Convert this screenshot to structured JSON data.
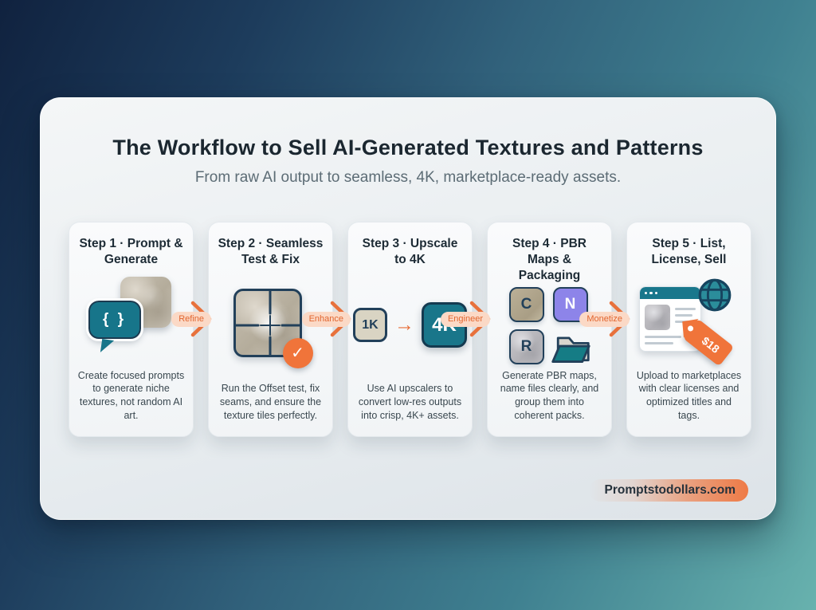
{
  "page": {
    "title": "The Workflow to Sell AI-Generated Textures and Patterns",
    "subtitle": "From raw AI output to seamless, 4K, marketplace-ready assets.",
    "brand": "Promptstodollars.com"
  },
  "colors": {
    "background_dark": "#10223f",
    "background_teal": "#68b2ae",
    "accent_orange": "#f0743a",
    "teal": "#19768a",
    "navy": "#22405a",
    "periwinkle": "#8d84e9"
  },
  "icons": {
    "check": "✓",
    "arrow_right": "→"
  },
  "steps": [
    {
      "title": "Step 1 · Prompt & Generate",
      "description": "Create focused prompts to generate niche textures, not random AI art.",
      "bubble_text": "{ }"
    },
    {
      "title": "Step 2 · Seamless Test & Fix",
      "description": "Run the Offset test, fix seams, and ensure the texture tiles perfectly."
    },
    {
      "title": "Step 3 · Upscale to 4K",
      "description": "Use AI upscalers to convert low-res outputs into crisp, 4K+ assets.",
      "from_label": "1K",
      "to_label": "4K"
    },
    {
      "title": "Step 4 · PBR Maps & Packaging",
      "description": "Generate PBR maps, name files clearly, and group them into coherent packs.",
      "map_labels": [
        "C",
        "N",
        "R"
      ]
    },
    {
      "title": "Step 5 · List, License, Sell",
      "description": "Upload to marketplaces with clear licenses and optimized titles and tags.",
      "price_tag": "$18"
    }
  ],
  "connectors": [
    {
      "label": "Refine"
    },
    {
      "label": "Enhance"
    },
    {
      "label": "Engineer"
    },
    {
      "label": "Monetize"
    }
  ]
}
